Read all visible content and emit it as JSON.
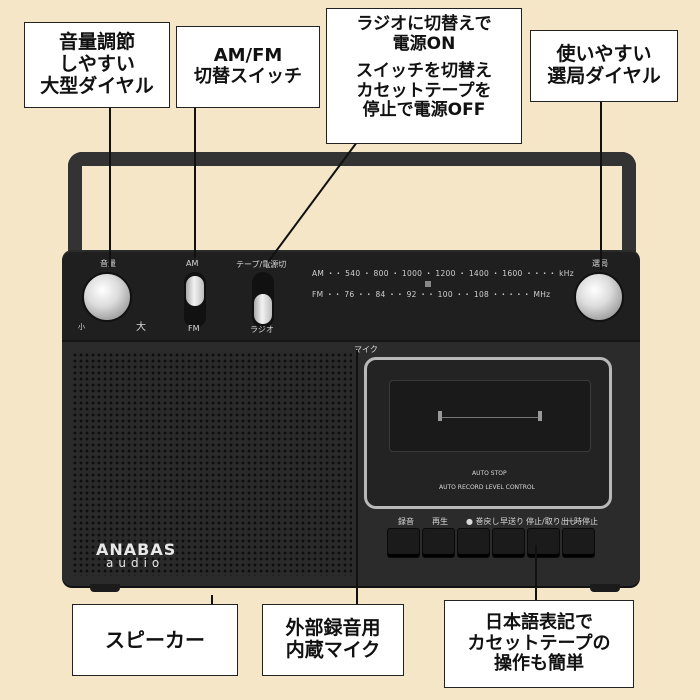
{
  "callouts": {
    "volume": [
      "音量調節",
      "しやすい",
      "大型ダイヤル"
    ],
    "amfm": [
      "AM/FM",
      "切替スイッチ"
    ],
    "power_top": [
      "ラジオに切替えで",
      "電源ON"
    ],
    "power_bottom": [
      "スイッチを切替え",
      "カセットテープを",
      "停止で電源OFF"
    ],
    "tuning": [
      "使いやすい",
      "選局ダイヤル"
    ],
    "speaker": [
      "スピーカー"
    ],
    "mic": [
      "外部録音用",
      "内蔵マイク"
    ],
    "buttons": [
      "日本語表記で",
      "カセットテープの",
      "操作も簡単"
    ]
  },
  "radio_labels": {
    "volume": "音量",
    "vol_min": "小",
    "vol_max": "大",
    "am": "AM",
    "fm": "FM",
    "tape_power": "テープ/電源切",
    "radio": "ラジオ",
    "tuning": "選局",
    "mic": "マイク",
    "am_scale": "AM  ・・  540 ・ 800 ・ 1000 ・ 1200 ・ 1400 ・ 1600  ・・・・  kHz",
    "fm_scale": "FM  ・・  76  ・・  84  ・・  92  ・・  100  ・・  108  ・・・・・  MHz",
    "auto_stop": "AUTO STOP",
    "auto_record": "AUTO RECORD LEVEL CONTROL",
    "btn_record": "録音",
    "btn_play": "再生",
    "btn_rewind": "● 巻戻し",
    "btn_ff": "早送り",
    "btn_stop": "停止/取り出し",
    "btn_pause": "一時停止",
    "brand": "ANABAS",
    "brand_sub": "audio"
  }
}
